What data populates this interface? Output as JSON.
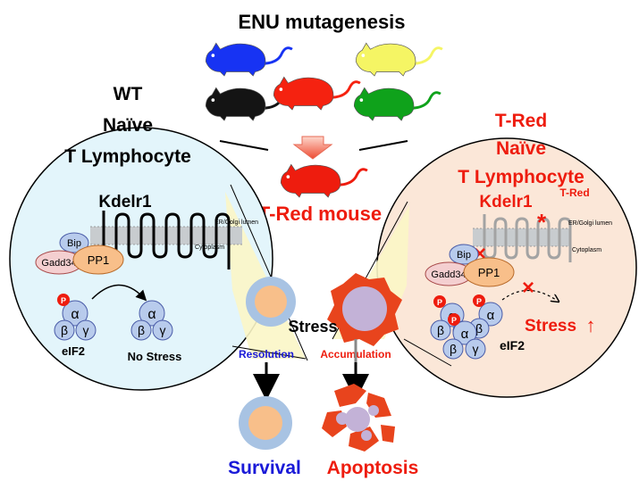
{
  "title": "ENU mutagenesis",
  "colors": {
    "red": "#ee1c0e",
    "blue": "#1a1ad8",
    "wt_circle": "#e3f5fb",
    "tred_circle": "#fbe7d8",
    "cell_outer": "#a8c3e3",
    "cell_nucleus": "#f8bf8a",
    "apoptotic_cell": "#e8441d",
    "apoptotic_nucleus": "#c3b2d7",
    "subunit": "#b8cbec"
  },
  "mice": [
    {
      "name": "mouse-blue",
      "color": "#1733f3"
    },
    {
      "name": "mouse-yellow",
      "color": "#f5f564"
    },
    {
      "name": "mouse-black",
      "color": "#141414"
    },
    {
      "name": "mouse-red-top",
      "color": "#f52210"
    },
    {
      "name": "mouse-green",
      "color": "#0fa21b"
    }
  ],
  "tred_mouse_label": "T-Red mouse",
  "wt": {
    "label_1": "WT",
    "label_2": "Naïve",
    "label_3": "T Lymphocyte",
    "gene": "Kdelr1",
    "lumen": "ER/Golgi lumen",
    "cytoplasm": "Cytoplasm",
    "bip": "Bip",
    "gadd34": "Gadd34",
    "pp1": "PP1",
    "eif2": "eIF2",
    "no_stress": "No Stress",
    "alpha": "α",
    "beta": "β",
    "gamma": "γ",
    "p": "P"
  },
  "tred": {
    "label_1": "T-Red",
    "label_2": "Naïve",
    "label_3": "T Lymphocyte",
    "gene": "Kdelr1",
    "gene_sup": "T-Red",
    "lumen": "ER/Golgi lumen",
    "cytoplasm": "Cytoplasm",
    "bip": "Bip",
    "gadd34": "Gadd34",
    "pp1": "PP1",
    "eif2": "eIF2",
    "stress": "Stress",
    "stress_arrow": "↑",
    "mutation_mark": "*",
    "x_mark": "×"
  },
  "center": {
    "stress": "Stress",
    "resolution": "Resolution",
    "accumulation": "Accumulation",
    "survival": "Survival",
    "apoptosis": "Apoptosis"
  }
}
